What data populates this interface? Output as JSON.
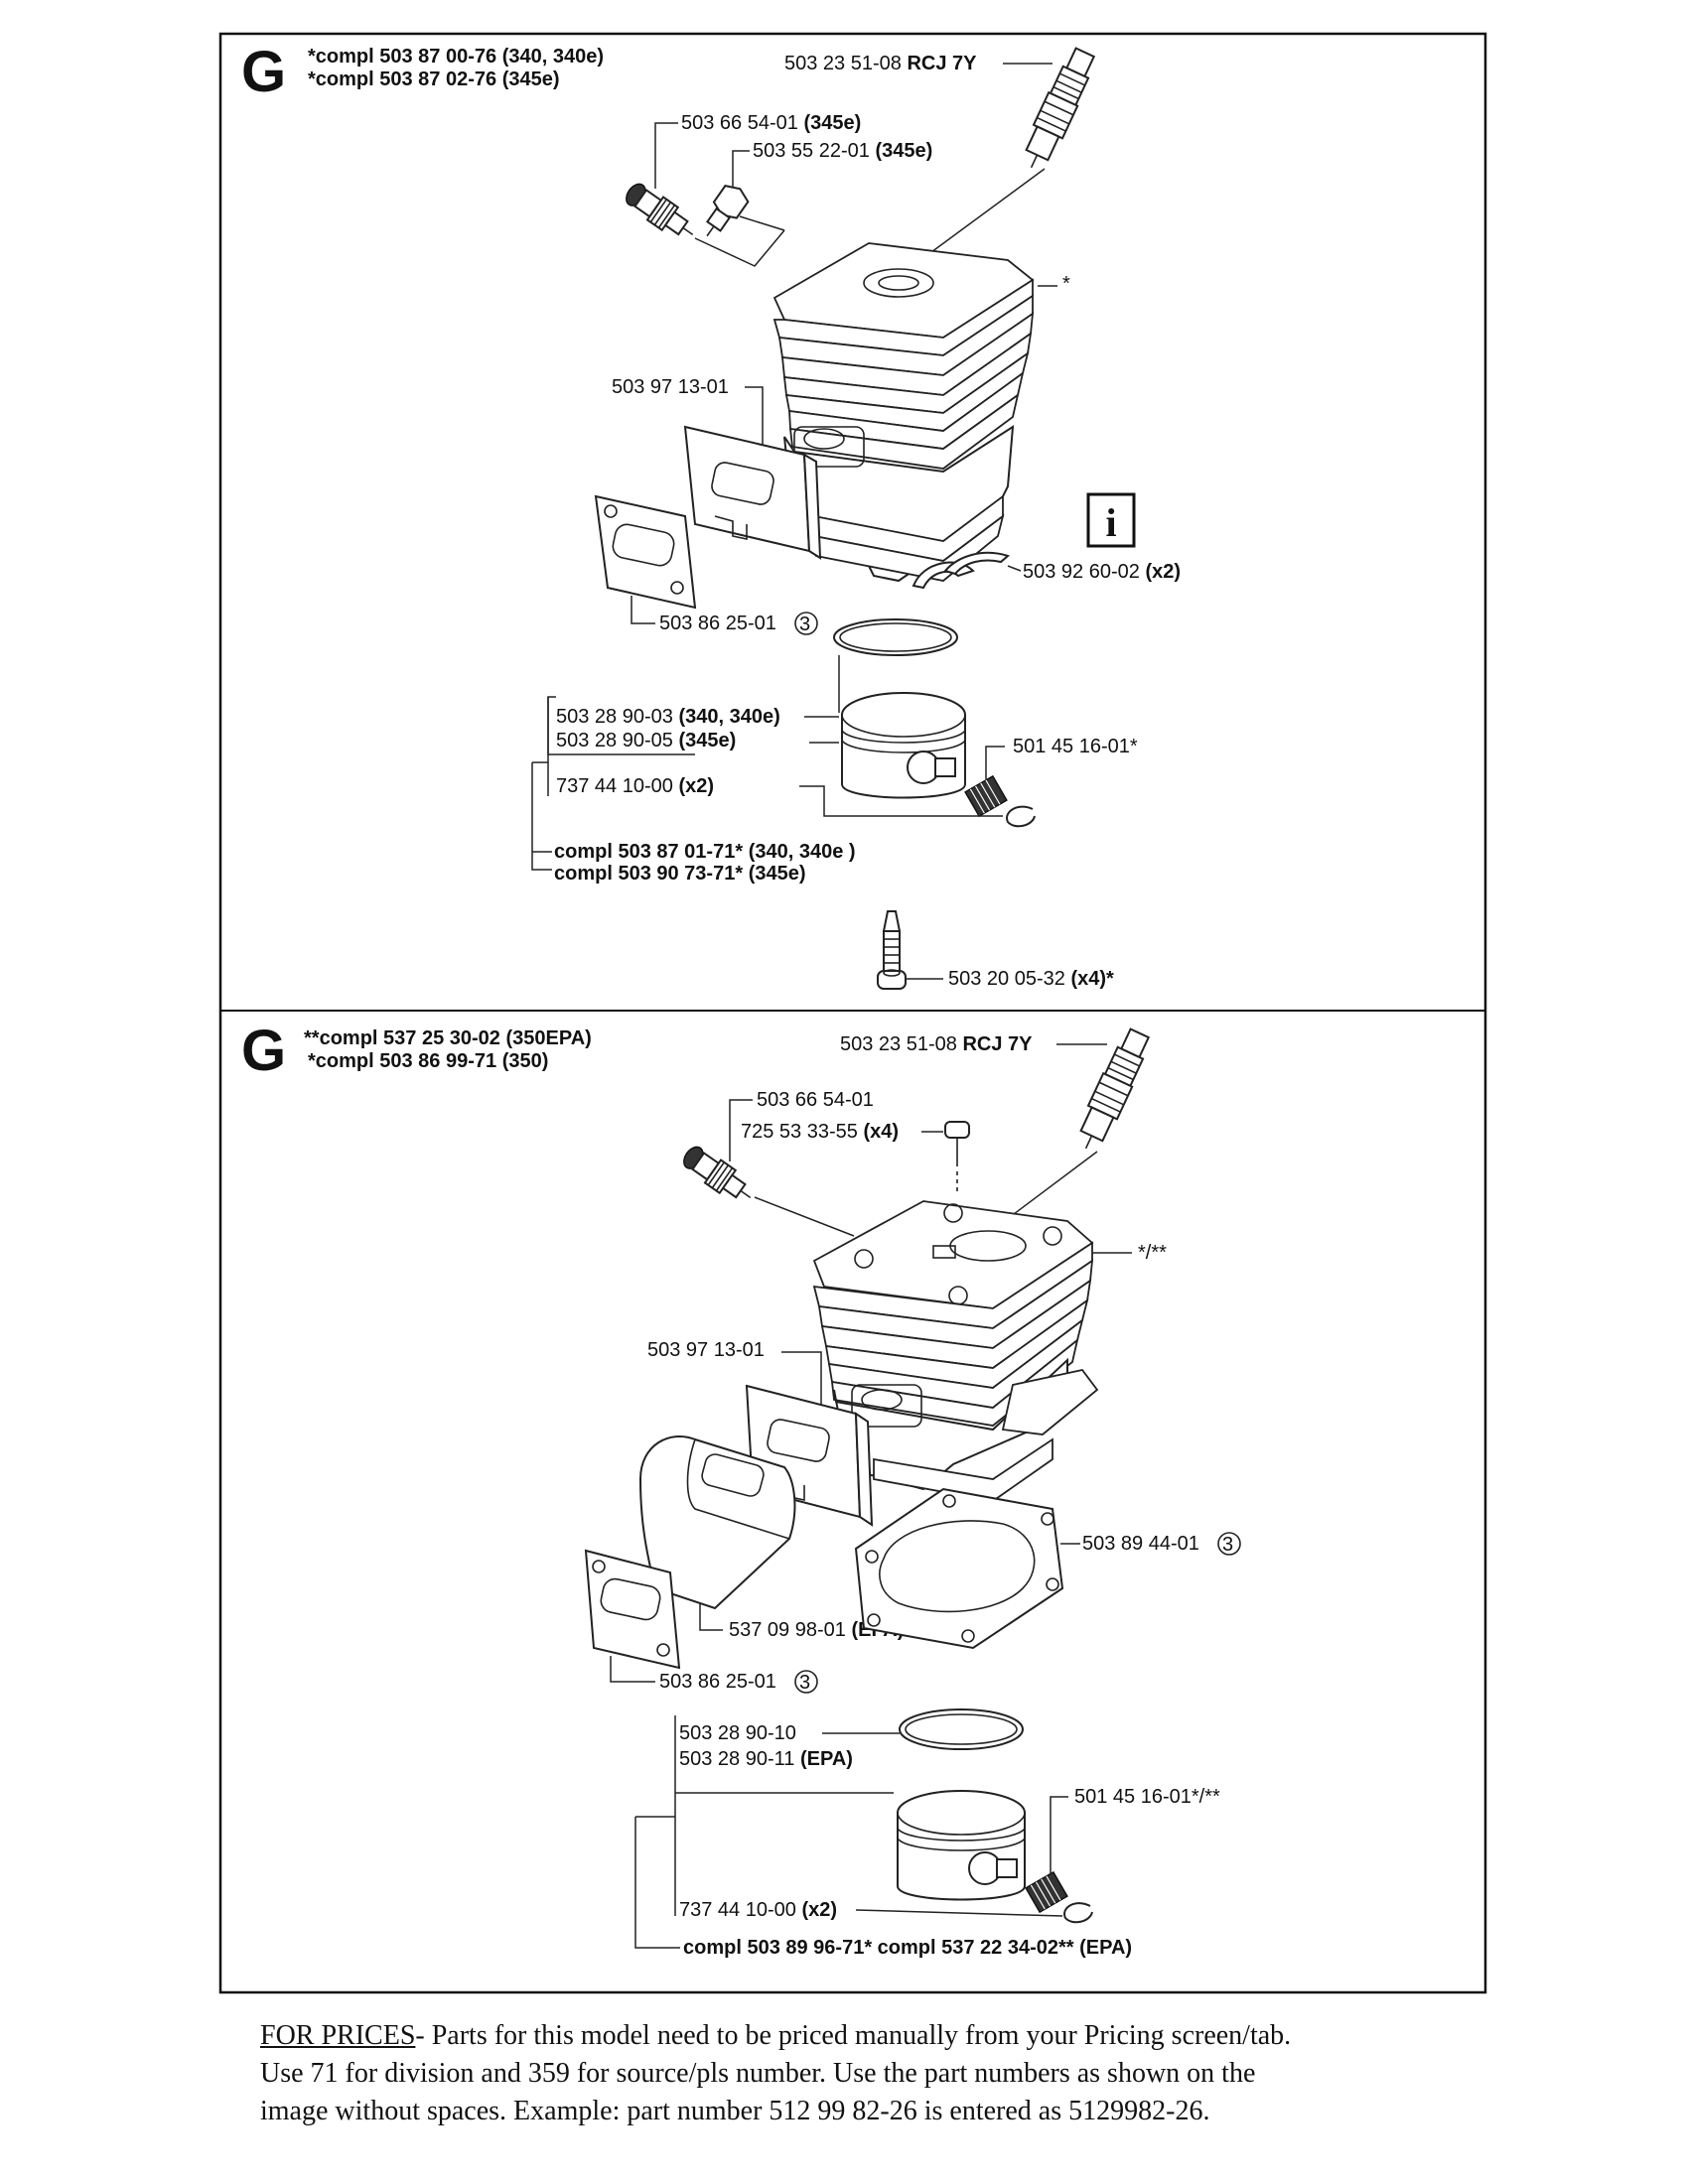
{
  "top_section": {
    "letter": "G",
    "compl_1_prefix": "*compl 503 87 00-76",
    "compl_1_bold": "(340, 340e)",
    "compl_2_prefix": "*compl 503 87 02-76",
    "compl_2_bold": "(345e)",
    "spark_plug_num": "503 23 51-08",
    "spark_plug_bold": "RCJ 7Y",
    "part_503665401": "503 66 54-01",
    "part_503665401_bold": "(345e)",
    "part_503552201": "503 55 22-01",
    "part_503552201_bold": "(345e)",
    "cylinder_ref": "*",
    "gasket_503971301": "503 97 13-01",
    "info_symbol": "i",
    "part_503926002": "503 92 60-02",
    "part_503926002_bold": "(x2)",
    "gasket_503862501": "503 86 25-01",
    "circled_3": "3",
    "piston_1": "503 28 90-03",
    "piston_1_bold": "(340, 340e)",
    "piston_2": "503 28 90-05",
    "piston_2_bold": "(345e)",
    "bearing": "501 45 16-01*",
    "circlip": "737 44 10-00",
    "circlip_bold": "(x2)",
    "piston_compl_1_prefix": "compl 503 87 01-71*",
    "piston_compl_1_bold": "(340, 340e )",
    "piston_compl_2_prefix": "compl 503 90 73-71*",
    "piston_compl_2_bold": "(345e)",
    "screw": "503 20 05-32",
    "screw_bold": "(x4)*"
  },
  "bottom_section": {
    "letter": "G",
    "compl_1_prefix": "**compl 537 25 30-02",
    "compl_1_bold": "(350EPA)",
    "compl_2_prefix": "*compl 503 86 99-71",
    "compl_2_bold": "(350)",
    "spark_plug_num": "503 23 51-08",
    "spark_plug_bold": "RCJ 7Y",
    "part_503665401": "503 66 54-01",
    "screw": "725 53 33-55",
    "screw_bold": "(x4)",
    "cylinder_ref": "*/**",
    "gasket_503971301": "503 97 13-01",
    "gasket_503894401": "503 89 44-01",
    "circled_3": "3",
    "heat_shield": "537 09 98-01",
    "heat_shield_bold": "(EPA)",
    "gasket_503862501": "503 86 25-01",
    "piston_ring_1": "503 28 90-10",
    "piston_ring_2": "503 28 90-11",
    "piston_ring_2_bold": "(EPA)",
    "bearing": "501 45 16-01*/**",
    "circlip": "737 44 10-00",
    "circlip_bold": "(x2)",
    "piston_compl": "compl 503 89 96-71* compl 537 22 34-02** (EPA)"
  },
  "footer": {
    "lead": "FOR PRICES",
    "line_1": "- Parts for this model need to be priced manually from your Pricing screen/tab.",
    "line_2": "Use 71 for division and 359 for source/pls number.   Use the part numbers as shown on the",
    "line_3": "image without spaces.  Example: part number 512 99 82-26 is entered as 5129982-26."
  }
}
